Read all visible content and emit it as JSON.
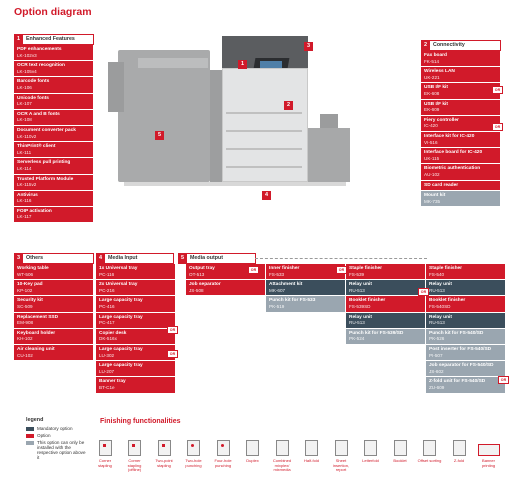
{
  "title": "Option diagram",
  "sections": {
    "enhanced": {
      "num": "1",
      "label": "Enhanced Features",
      "items": [
        {
          "name": "PDF enhancements",
          "code": "LK-102v3"
        },
        {
          "name": "OCR text recognition",
          "code": "LK-105v4"
        },
        {
          "name": "Barcode fonts",
          "code": "LK-106"
        },
        {
          "name": "Unicode fonts",
          "code": "LK-107"
        },
        {
          "name": "OCR A and B fonts",
          "code": "LK-108"
        },
        {
          "name": "Document converter pack",
          "code": "LK-110v2"
        },
        {
          "name": "ThinPrint® client",
          "code": "LK-111"
        },
        {
          "name": "Serverless pull printing",
          "code": "LK-114"
        },
        {
          "name": "Trusted Platform Module",
          "code": "LK-115v2"
        },
        {
          "name": "Antivirus",
          "code": "LK-116"
        },
        {
          "name": "FOIP activation",
          "code": "LK-117"
        }
      ]
    },
    "connectivity": {
      "num": "2",
      "label": "Connectivity",
      "items": [
        {
          "name": "Fax board",
          "code": "FK-514"
        },
        {
          "name": "Wireless LAN",
          "code": "UK-221"
        },
        {
          "name": "USB I/F kit",
          "code": "EK-608"
        },
        {
          "name": "USB I/F kit",
          "code": "EK-609"
        },
        {
          "name": "Fiery controller",
          "code": "IC-420"
        },
        {
          "name": "Interface kit for IC-420",
          "code": "VI-516"
        },
        {
          "name": "Interface board for IC-420",
          "code": "UK-115"
        },
        {
          "name": "Biometric authentication",
          "code": "AU-102"
        },
        {
          "name": "SD card reader",
          "code": ""
        },
        {
          "name": "Mount kit",
          "code": "MK-735"
        }
      ]
    },
    "others": {
      "num": "3",
      "label": "Others",
      "items": [
        {
          "name": "Working table",
          "code": "WT-506"
        },
        {
          "name": "10-Key pad",
          "code": "KP-102"
        },
        {
          "name": "Security kit",
          "code": "SC-509"
        },
        {
          "name": "Replacement SSD",
          "code": "EM-908"
        },
        {
          "name": "Keyboard holder",
          "code": "KH-102"
        },
        {
          "name": "Air cleaning unit",
          "code": "CU-102"
        }
      ]
    },
    "media_input": {
      "num": "4",
      "label": "Media Input",
      "items": [
        {
          "name": "1x Universal tray",
          "code": "PC-116"
        },
        {
          "name": "2x Universal tray",
          "code": "PC-216"
        },
        {
          "name": "Large capacity tray",
          "code": "PC-416"
        },
        {
          "name": "Large capacity tray",
          "code": "PC-417"
        },
        {
          "name": "Copier desk",
          "code": "DK-516x"
        },
        {
          "name": "Large capacity tray",
          "code": "LU-302"
        },
        {
          "name": "Large capacity tray",
          "code": "LU-207"
        },
        {
          "name": "Banner tray",
          "code": "BT-C1e"
        }
      ]
    },
    "media_output": {
      "num": "5",
      "label": "Media output",
      "col1": [
        {
          "name": "Output tray",
          "code": "OT-513"
        },
        {
          "name": "Job separator",
          "code": "JS-508"
        }
      ],
      "col2": [
        {
          "name": "Inner finisher",
          "code": "FS-533"
        },
        {
          "name": "Attachment kit",
          "code": "MK-607"
        },
        {
          "name": "Punch kit for FS-533",
          "code": "PK-519"
        }
      ],
      "col3": [
        {
          "name": "Staple finisher",
          "code": "FS-539"
        },
        {
          "name": "Relay unit",
          "code": "RU-513"
        },
        {
          "name": "Booklet finisher",
          "code": "FS-539SD"
        },
        {
          "name": "Relay unit",
          "code": "RU-513"
        },
        {
          "name": "Punch kit for FS-539/SD",
          "code": "PK-524"
        }
      ],
      "col4": [
        {
          "name": "Staple finisher",
          "code": "FS-540"
        },
        {
          "name": "Relay unit",
          "code": "RU-513"
        },
        {
          "name": "Booklet finisher",
          "code": "FS-540SD"
        },
        {
          "name": "Relay unit",
          "code": "RU-513"
        },
        {
          "name": "Punch kit for FS-540/SD",
          "code": "PK-526"
        },
        {
          "name": "Post inserter for FS-540/SD",
          "code": "PI-507"
        },
        {
          "name": "Job separator for FS-540/SD",
          "code": "JS-602"
        },
        {
          "name": "Z-fold unit for FS-540/SD",
          "code": "ZU-609"
        }
      ]
    }
  },
  "or_label": "OR",
  "legend": {
    "title": "legend",
    "items": [
      {
        "label": "Mandatory option",
        "color": "#3b4e5c"
      },
      {
        "label": "Option",
        "color": "#d11a2a"
      },
      {
        "label": "This option can only be installed with the respective option above it",
        "color": "#9aa6b0"
      }
    ]
  },
  "finishing": {
    "title": "Finishing functionalities",
    "items": [
      "Corner stapling",
      "Corner stapling (offline)",
      "Two-point stapling",
      "Two-hole punching",
      "Four-hole punching",
      "Duplex",
      "Combined mixplex/ mixmedia",
      "Half-fold",
      "Sheet insertion, report",
      "Letterfold",
      "Booklet",
      "Offset sorting",
      "Z-fold",
      "Banner printing"
    ]
  },
  "machine_badges": [
    "1",
    "2",
    "3",
    "4",
    "5"
  ]
}
